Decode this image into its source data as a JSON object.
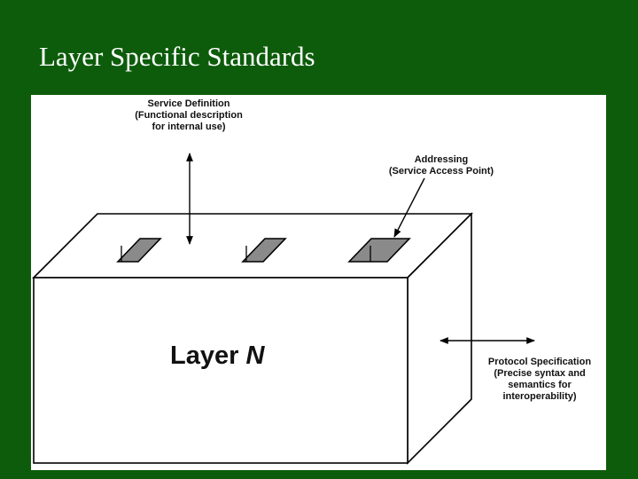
{
  "slide": {
    "title": "Layer Specific Standards"
  },
  "diagram": {
    "service_definition": {
      "line1": "Service Definition",
      "line2": "(Functional description",
      "line3": "for internal use)"
    },
    "addressing": {
      "line1": "Addressing",
      "line2": "(Service Access Point)"
    },
    "layer": {
      "word": "Layer",
      "var": "N"
    },
    "protocol_specification": {
      "line1": "Protocol Specification",
      "line2": "(Precise syntax and",
      "line3": "semantics for",
      "line4": "interoperability)"
    }
  }
}
